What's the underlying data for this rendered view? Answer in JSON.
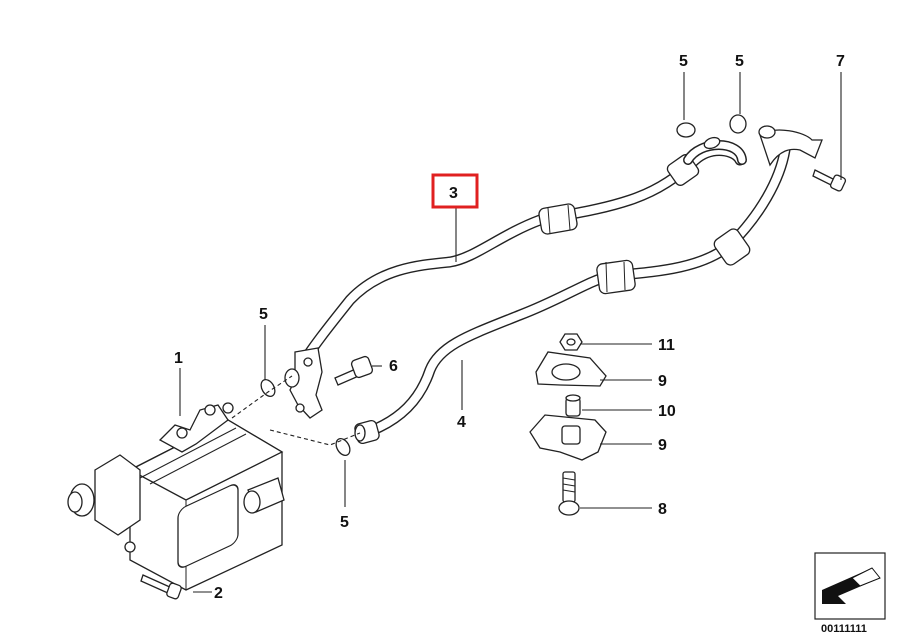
{
  "callouts": [
    {
      "id": "1",
      "label": "1"
    },
    {
      "id": "2",
      "label": "2"
    },
    {
      "id": "3",
      "label": "3",
      "highlighted": true
    },
    {
      "id": "4",
      "label": "4"
    },
    {
      "id": "5a",
      "label": "5"
    },
    {
      "id": "5b",
      "label": "5"
    },
    {
      "id": "5c",
      "label": "5"
    },
    {
      "id": "5d",
      "label": "5"
    },
    {
      "id": "6",
      "label": "6"
    },
    {
      "id": "7",
      "label": "7"
    },
    {
      "id": "8",
      "label": "8"
    },
    {
      "id": "9a",
      "label": "9"
    },
    {
      "id": "9b",
      "label": "9"
    },
    {
      "id": "10",
      "label": "10"
    },
    {
      "id": "11",
      "label": "11"
    }
  ],
  "highlight_color": "#e02020",
  "catalog_number": "00111111",
  "icons": {
    "corner_badge": "arrow-plate-icon"
  }
}
